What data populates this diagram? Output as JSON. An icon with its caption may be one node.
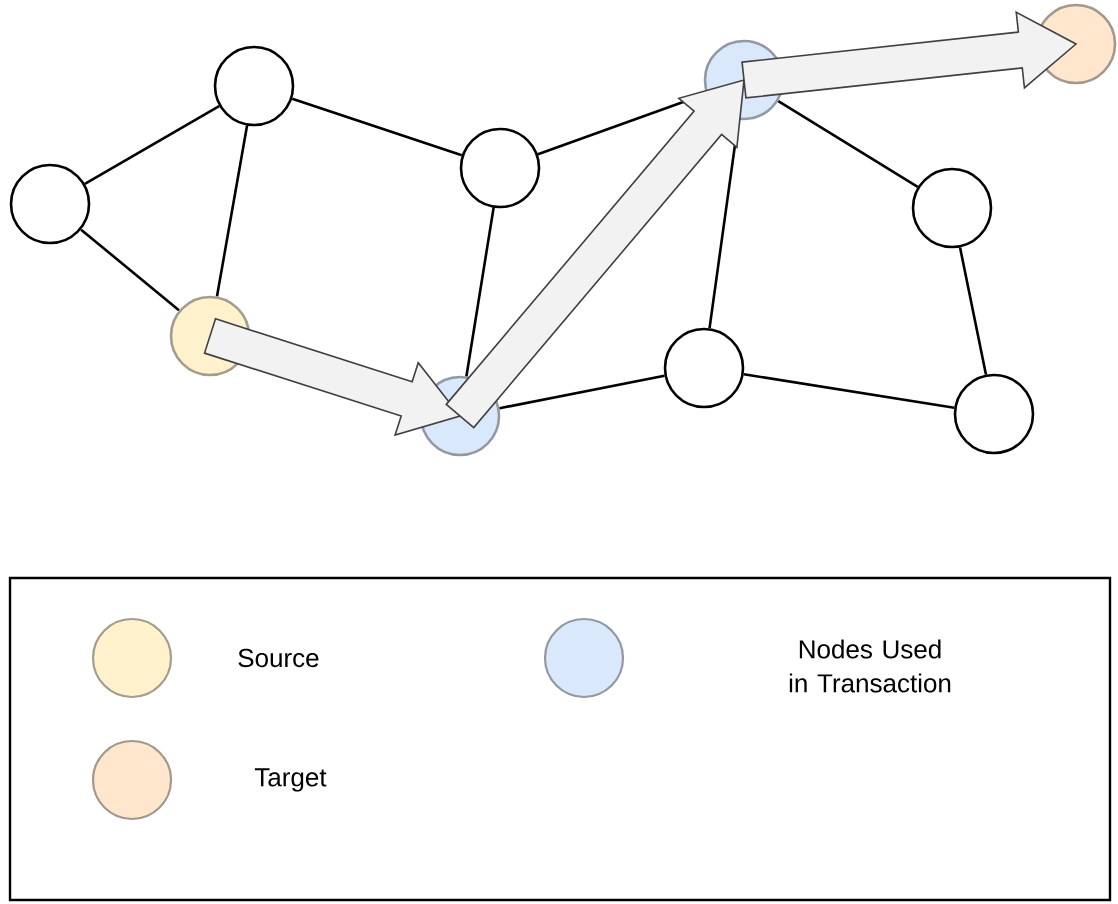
{
  "diagram": {
    "nodes": [
      {
        "text": [],
        "shape": "circle"
      },
      {
        "text": [],
        "shape": "circle"
      },
      {
        "text": [],
        "shape": "circle"
      },
      {
        "text": [],
        "shape": "circle"
      },
      {
        "text": [],
        "shape": "circle"
      },
      {
        "text": [],
        "shape": "circle"
      },
      {
        "text": [],
        "shape": "circle"
      },
      {
        "text": [],
        "shape": "circle"
      },
      {
        "text": [],
        "shape": "circle"
      },
      {
        "text": [],
        "shape": "circle"
      }
    ],
    "edges": [
      {
        "from": 0,
        "to": 1,
        "arrow": "none"
      },
      {
        "from": 0,
        "to": 2,
        "arrow": "none"
      },
      {
        "from": 1,
        "to": 2,
        "arrow": "none"
      },
      {
        "from": 1,
        "to": 3,
        "arrow": "none"
      },
      {
        "from": 3,
        "to": 4,
        "arrow": "none"
      },
      {
        "from": 3,
        "to": 5,
        "arrow": "none"
      },
      {
        "from": 4,
        "to": 6,
        "arrow": "none"
      },
      {
        "from": 5,
        "to": 6,
        "arrow": "none"
      },
      {
        "from": 5,
        "to": 7,
        "arrow": "none"
      },
      {
        "from": 6,
        "to": 8,
        "arrow": "none"
      },
      {
        "from": 7,
        "to": 8,
        "arrow": "none"
      },
      {
        "from": 2,
        "to": 4,
        "arrow": "to",
        "style": "thick",
        "color": "#f2f2f2"
      },
      {
        "from": 4,
        "to": 5,
        "arrow": "to",
        "style": "thick",
        "color": "#f2f2f2"
      },
      {
        "from": 5,
        "to": 9,
        "arrow": "to",
        "style": "thick",
        "color": "#f2f2f2"
      }
    ],
    "legend": [
      {
        "text": "Source",
        "color": "#fff2cc"
      },
      {
        "text": "Nodes Used in Transaction",
        "color": "#dae8fc"
      },
      {
        "text": "Target",
        "color": "#ffe6cc"
      }
    ]
  }
}
